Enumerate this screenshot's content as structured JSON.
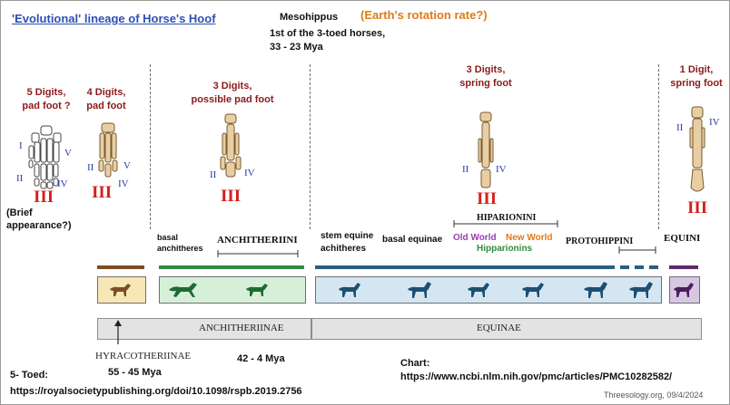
{
  "title": "'Evolutional' lineage of Horse's Hoof",
  "mesohippus": {
    "name": "Mesohippus",
    "line1": "1st of the 3-toed horses,",
    "line2": "33 - 23 Mya"
  },
  "earth_note": "(Earth's rotation rate?)",
  "stages": [
    {
      "line1": "5 Digits,",
      "line2": "pad foot ?"
    },
    {
      "line1": "4 Digits,",
      "line2": "pad foot"
    },
    {
      "line1": "3 Digits,",
      "line2": "possible pad foot"
    },
    {
      "line1": "3 Digits,",
      "line2": "spring foot"
    },
    {
      "line1": "1 Digit,",
      "line2": "spring foot"
    }
  ],
  "digit_labels": {
    "i": "I",
    "ii": "II",
    "iii": "III",
    "iv": "IV",
    "v": "V"
  },
  "brief": {
    "line1": "(Brief",
    "line2": "appearance?)"
  },
  "groups": {
    "basal_anchitheres_1": "basal",
    "basal_anchitheres_2": "anchitheres",
    "anchitheriini": "ANCHITHERIINI",
    "stem_equine_1": "stem equine",
    "stem_equine_2": "achitheres",
    "basal_equinae": "basal equinae",
    "hiparionini": "HIPARIONINI",
    "old_world": "Old World",
    "new_world": "New World",
    "hipparionins": "Hipparionins",
    "protohippini": "PROTOHIPPINI",
    "equini": "EQUINI"
  },
  "subfamilies": {
    "anchitheriinae": "ANCHITHERIINAE",
    "equinae": "EQUINAE",
    "hyracotheriinae": "HYRACOTHERIINAE"
  },
  "dates": {
    "hyraco": "55 - 45 Mya",
    "anchi": "42 - 4 Mya"
  },
  "footer": {
    "five_toed": "5- Toed:",
    "royal_url": "https://royalsocietypublishing.org/doi/10.1098/rspb.2019.2756",
    "chart_label": "Chart:",
    "chart_url": "https://www.ncbi.nlm.nih.gov/pmc/articles/PMC10282582/",
    "credit": "Threesology.org, 09/4/2024"
  },
  "colors": {
    "brown": "#7d4d22",
    "green": "#2e8b3e",
    "teal": "#2a5d7f",
    "purple": "#5a2d6e",
    "maroon": "#8b1a1a",
    "roman_red": "#d42020",
    "orange": "#e07a14"
  }
}
